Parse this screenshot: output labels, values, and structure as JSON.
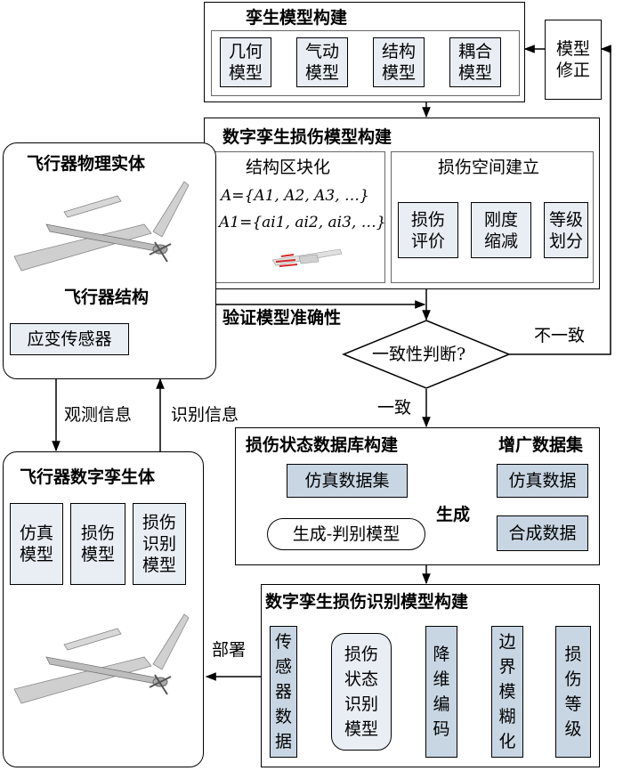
{
  "twin_model": {
    "title": "孪生模型构建",
    "items": [
      "几何\n模型",
      "气动\n模型",
      "结构\n模型",
      "耦合\n模型"
    ]
  },
  "model_correction": "模型\n修正",
  "damage_model": {
    "title": "数字孪生损伤模型构建",
    "zoning": {
      "title": "结构区块化",
      "formula1": "A={A1, A2, A3, …}",
      "formula2": "A1={ai1, ai2, ai3, …}"
    },
    "damage_space": {
      "title": "损伤空间建立",
      "items": [
        "损伤\n评价",
        "刚度\n缩减",
        "等级\n划分"
      ]
    }
  },
  "physical": {
    "title": "飞行器物理实体",
    "structure": "飞行器结构",
    "sensor": "应变传感器"
  },
  "verify_label": "验证模型准确性",
  "decision": "一致性判断?",
  "inconsistent": "不一致",
  "consistent": "一致",
  "observe_label": "观测信息",
  "identify_label": "识别信息",
  "digital_twin": {
    "title": "飞行器数字孪生体",
    "items": [
      "仿真\n模型",
      "损伤\n模型",
      "损伤\n识别\n模型"
    ]
  },
  "database": {
    "title": "损伤状态数据库构建",
    "augmented": "增广数据集",
    "sim_dataset": "仿真数据集",
    "sim_data": "仿真数据",
    "gan_model": "生成-判别模型",
    "generate": "生成",
    "synth_data": "合成数据"
  },
  "identification": {
    "title": "数字孪生损伤识别模型构建",
    "items": [
      "传感器数据",
      "损伤状态识别模型",
      "降维编码",
      "边界模糊化",
      "损伤等级"
    ]
  },
  "deploy_label": "部署",
  "colors": {
    "light_fill": "#e9eef5",
    "dark_fill": "#c8d6e3",
    "line": "#000000"
  }
}
